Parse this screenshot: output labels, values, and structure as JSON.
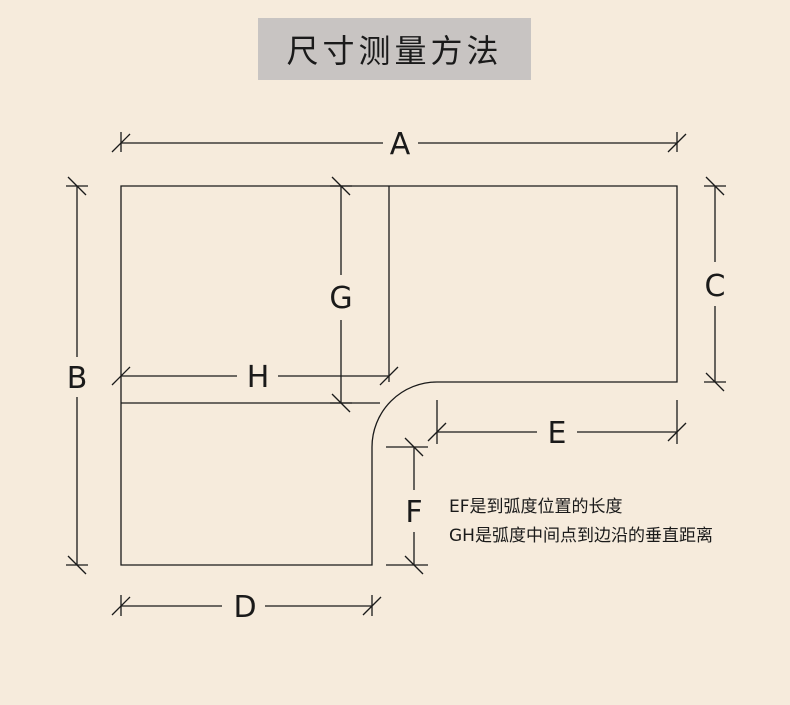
{
  "title": "尺寸测量方法",
  "labels": {
    "A": "A",
    "B": "B",
    "C": "C",
    "D": "D",
    "E": "E",
    "F": "F",
    "G": "G",
    "H": "H"
  },
  "notes": [
    "EF是到弧度位置的长度",
    "GH是弧度中间点到边沿的垂直距离"
  ],
  "colors": {
    "background": "#f6ebdc",
    "title_bg": "#c8c4c2",
    "line": "#1a1a1a"
  }
}
